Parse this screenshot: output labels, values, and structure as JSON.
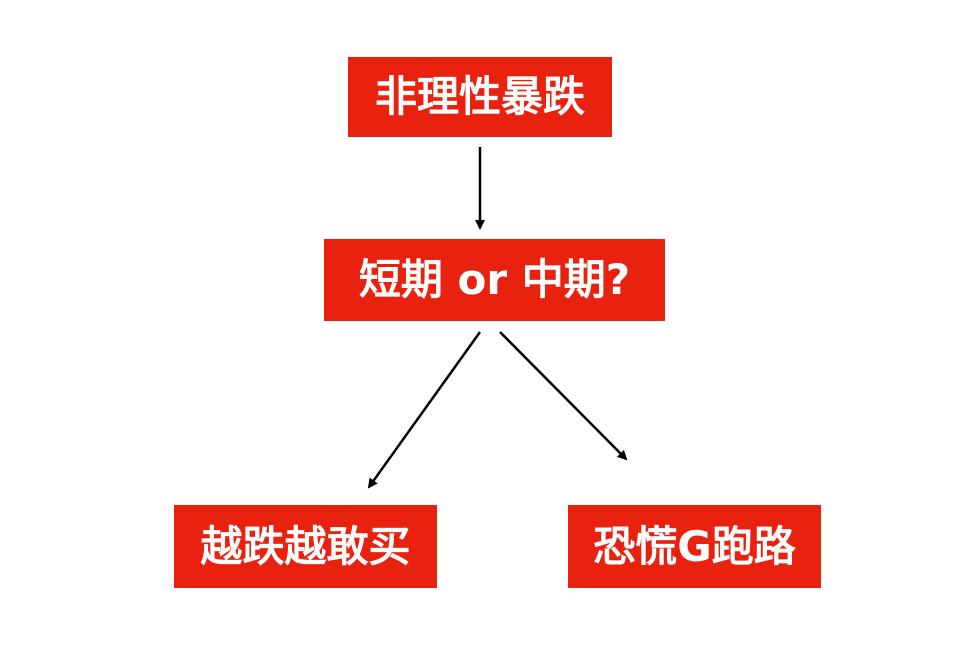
{
  "nodes": {
    "top": "非理性暴跌",
    "middle": "短期 or 中期?",
    "left": "越跌越敢买",
    "right": "恐慌G跑路"
  },
  "colors": {
    "node_fill": "#e8220f",
    "node_text": "#ffffff",
    "arrow": "#000000",
    "background": "#ffffff"
  }
}
